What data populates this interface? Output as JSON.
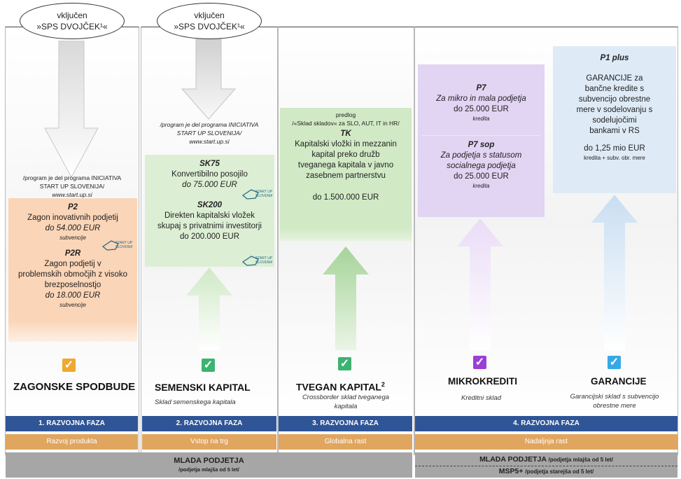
{
  "tags": {
    "ellipse1": [
      "vključen",
      "»SPS DVOJČEK¹«"
    ],
    "ellipse2": [
      "vključen",
      "»SPS DVOJČEK¹«"
    ]
  },
  "col1": {
    "program_note": [
      "/program je del programa INICIATIVA",
      "START UP SLOVENIJA/",
      "www.start.up.si"
    ],
    "p2": {
      "code": "P2",
      "desc": "Zagon inovativnih podjetij",
      "amount": "do 54.000 EUR",
      "unit": "subvencije"
    },
    "p2r": {
      "code": "P2R",
      "desc": [
        "Zagon podjetij v",
        "problemskih območjih z visoko",
        "brezposelnostjo"
      ],
      "amount": "do 18.000 EUR",
      "unit": "subvencije"
    },
    "title": "ZAGONSKE SPODBUDE",
    "subtitle": ""
  },
  "col2": {
    "program_note": [
      "/program je del programa INICIATIVA",
      "START UP SLOVENIJA/",
      "www.start.up.si"
    ],
    "sk75": {
      "code": "SK75",
      "desc": "Konvertibilno posojilo",
      "amount": "do 75.000 EUR"
    },
    "sk200": {
      "code": "SK200",
      "desc": [
        "Direkten kapitalski vložek",
        "skupaj s privatnimi investitorji"
      ],
      "amount": "do 200.000 EUR"
    },
    "title": "SEMENSKI KAPITAL",
    "subtitle": "Sklad semenskega kapitala"
  },
  "col3": {
    "proposal": [
      "predlog",
      "/«Sklad skladov« za SLO, AUT, IT in HR/"
    ],
    "tk": {
      "code": "TK",
      "desc": [
        "Kapitalski vložki in mezzanin",
        "kapital preko družb",
        "tveganega kapitala v javno",
        "zasebnem partnerstvu"
      ],
      "amount": "do 1.500.000 EUR"
    },
    "title": "TVEGAN KAPITAL",
    "title_sup": "2",
    "subtitle": [
      "Crossborder sklad tveganega",
      "kapitala"
    ]
  },
  "col4": {
    "p7": {
      "code": "P7",
      "desc": [
        "Za mikro in mala podjetja"
      ],
      "amount": "do 25.000 EUR",
      "unit": "kredita"
    },
    "p7sop": {
      "code": "P7 sop",
      "desc": [
        "Za podjetja s statusom",
        "socialnega podjetja"
      ],
      "amount": "do 25.000 EUR",
      "unit": "kredita"
    },
    "title": "MIKROKREDITI",
    "subtitle": "Kreditni sklad"
  },
  "col5": {
    "p1plus": {
      "code": "P1 plus",
      "desc": [
        "GARANCIJE za",
        "bančne kredite s",
        "subvencijo obrestne",
        "mere v sodelovanju s",
        "sodelujočimi",
        "bankami v RS"
      ],
      "amount": "do 1,25 mio EUR",
      "unit": "kredita + subv. obr. mere"
    },
    "title": "GARANCIJE",
    "subtitle": [
      "Garancijski sklad s subvencijo",
      "obrestne mere"
    ]
  },
  "phases": {
    "p1": {
      "phase": "1. RAZVOJNA FAZA",
      "stage": "Razvoj produkta"
    },
    "p2": {
      "phase": "2. RAZVOJNA FAZA",
      "stage": "Vstop na trg"
    },
    "p3": {
      "phase": "3. RAZVOJNA FAZA",
      "stage": "Globalna rast"
    },
    "p4": {
      "phase": "4. RAZVOJNA FAZA",
      "stage": "Nadaljnja rast"
    }
  },
  "bottom": {
    "left_title": "MLADA PODJETJA",
    "left_sub": "/podjetja mlajša od 5 let/",
    "right_line1_title": "MLADA PODJETJA",
    "right_line1_sub": "/podjetja mlajša od 5 let/",
    "right_line2_title": "MSP5+",
    "right_line2_sub": "/podjetja starejša od 5 let/"
  },
  "logo_text": [
    "START UP",
    "SLOVENIA"
  ],
  "colors": {
    "orange_check": "#f0a830",
    "green_check": "#3cb371",
    "purple_check": "#9b3fd6",
    "blue_check": "#35a9e6",
    "phase_blue": "#2f5597",
    "stage_orange": "#e0a55e",
    "bottom_gray": "#a6a6a6"
  }
}
